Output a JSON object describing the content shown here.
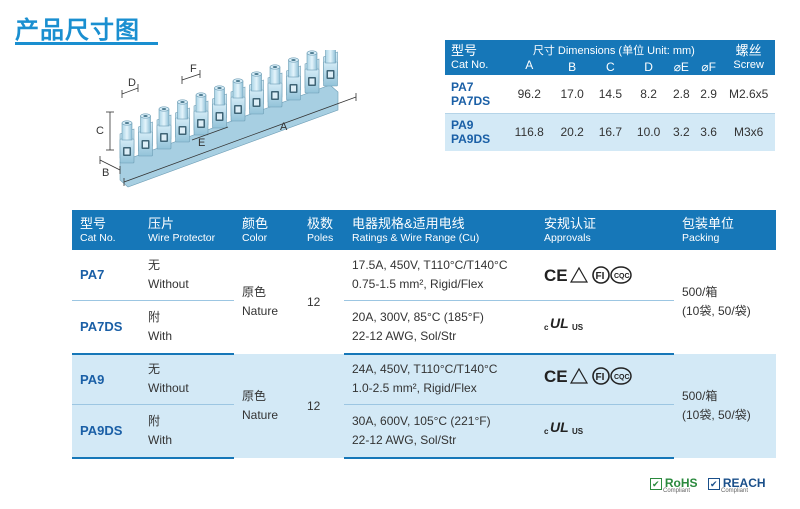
{
  "title": "产品尺寸图",
  "drawing": {
    "labels": [
      "A",
      "B",
      "C",
      "D",
      "E",
      "F"
    ]
  },
  "dimensions_table": {
    "headers": {
      "cat_zh": "型号",
      "cat_en": "Cat No.",
      "dims_title": "尺寸 Dimensions (单位 Unit: mm)",
      "screw_zh": "螺丝",
      "screw_en": "Screw",
      "cols": [
        "A",
        "B",
        "C",
        "D",
        "⌀E",
        "⌀F"
      ]
    },
    "rows": [
      {
        "cat1": "PA7",
        "cat2": "PA7DS",
        "A": "96.2",
        "B": "17.0",
        "C": "14.5",
        "D": "8.2",
        "E": "2.8",
        "F": "2.9",
        "screw": "M2.6x5"
      },
      {
        "cat1": "PA9",
        "cat2": "PA9DS",
        "A": "116.8",
        "B": "20.2",
        "C": "16.7",
        "D": "10.0",
        "E": "3.2",
        "F": "3.6",
        "screw": "M3x6"
      }
    ]
  },
  "main_table": {
    "headers": [
      {
        "zh": "型号",
        "en": "Cat No."
      },
      {
        "zh": "压片",
        "en": "Wire Protector"
      },
      {
        "zh": "颜色",
        "en": "Color"
      },
      {
        "zh": "极数",
        "en": "Poles"
      },
      {
        "zh": "电器规格&适用电线",
        "en": "Ratings & Wire Range (Cu)"
      },
      {
        "zh": "安规认证",
        "en": "Approvals"
      },
      {
        "zh": "包装单位",
        "en": "Packing"
      }
    ],
    "groups": [
      {
        "color_zh": "原色",
        "color_en": "Nature",
        "poles": "12",
        "packing1": "500/箱",
        "packing2": "(10袋, 50/袋)",
        "rows": [
          {
            "cat": "PA7",
            "prot_zh": "无",
            "prot_en": "Without",
            "rating1": "17.5A, 450V, T110°C/T140°C",
            "rating2": "0.75-1.5 mm², Rigid/Flex"
          },
          {
            "cat": "PA7DS",
            "prot_zh": "附",
            "prot_en": "With",
            "rating1": "20A, 300V, 85°C (185°F)",
            "rating2": "22-12 AWG, Sol/Str"
          }
        ]
      },
      {
        "color_zh": "原色",
        "color_en": "Nature",
        "poles": "12",
        "packing1": "500/箱",
        "packing2": "(10袋, 50/袋)",
        "rows": [
          {
            "cat": "PA9",
            "prot_zh": "无",
            "prot_en": "Without",
            "rating1": "24A, 450V, T110°C/T140°C",
            "rating2": "1.0-2.5 mm², Rigid/Flex"
          },
          {
            "cat": "PA9DS",
            "prot_zh": "附",
            "prot_en": "With",
            "rating1": "30A, 600V, 105°C (221°F)",
            "rating2": "22-12 AWG, Sol/Str"
          }
        ]
      }
    ]
  },
  "approval_marks": {
    "ce": "CE",
    "fi": "FI",
    "cqc": "CQC",
    "ul_c": "c",
    "ul_us": "US",
    "ul": "UL"
  },
  "footer": {
    "rohs": "RoHS",
    "reach": "REACH",
    "compliant": "Compliant"
  },
  "colors": {
    "brand_blue": "#1677b8",
    "title_blue": "#1a8fd0",
    "row_tint": "#d3e9f6"
  }
}
